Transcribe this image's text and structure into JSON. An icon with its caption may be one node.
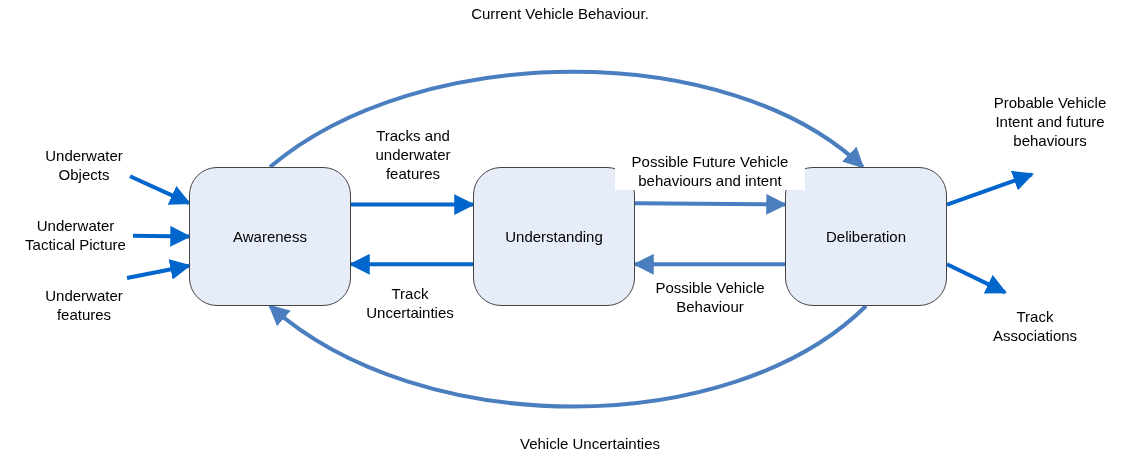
{
  "diagram": {
    "nodes": [
      {
        "text": [
          "Underwater Objects"
        ]
      },
      {
        "text": [
          "Underwater Tactical Picture"
        ]
      },
      {
        "text": [
          "Underwater features"
        ]
      },
      {
        "text": [
          "Awareness"
        ]
      },
      {
        "text": [
          "Understanding"
        ]
      },
      {
        "text": [
          "Deliberation"
        ]
      },
      {
        "text": [
          "Probable Vehicle Intent and future behaviours"
        ]
      },
      {
        "text": [
          "Track Associations"
        ]
      }
    ],
    "edges": [
      {
        "from": 0,
        "to": 3,
        "arrow": "to"
      },
      {
        "from": 1,
        "to": 3,
        "arrow": "to"
      },
      {
        "from": 2,
        "to": 3,
        "arrow": "to"
      },
      {
        "from": 3,
        "to": 4,
        "arrow": "to",
        "label": "Tracks and underwater features"
      },
      {
        "from": 4,
        "to": 3,
        "arrow": "to",
        "label": "Track Uncertainties"
      },
      {
        "from": 4,
        "to": 5,
        "arrow": "to",
        "label": "Possible Future Vehicle behaviours and intent",
        "color": "#4a7ebf"
      },
      {
        "from": 5,
        "to": 4,
        "arrow": "to",
        "label": "Possible Vehicle Behaviour",
        "color": "#4a7ebf"
      },
      {
        "from": 3,
        "to": 5,
        "arrow": "to",
        "label": "Current Vehicle Behaviour.",
        "color": "#4a7ebf"
      },
      {
        "from": 5,
        "to": 3,
        "arrow": "to",
        "label": "Vehicle Uncertainties",
        "color": "#4a7ebf"
      },
      {
        "from": 5,
        "to": 6,
        "arrow": "to"
      },
      {
        "from": 5,
        "to": 7,
        "arrow": "to"
      }
    ]
  }
}
